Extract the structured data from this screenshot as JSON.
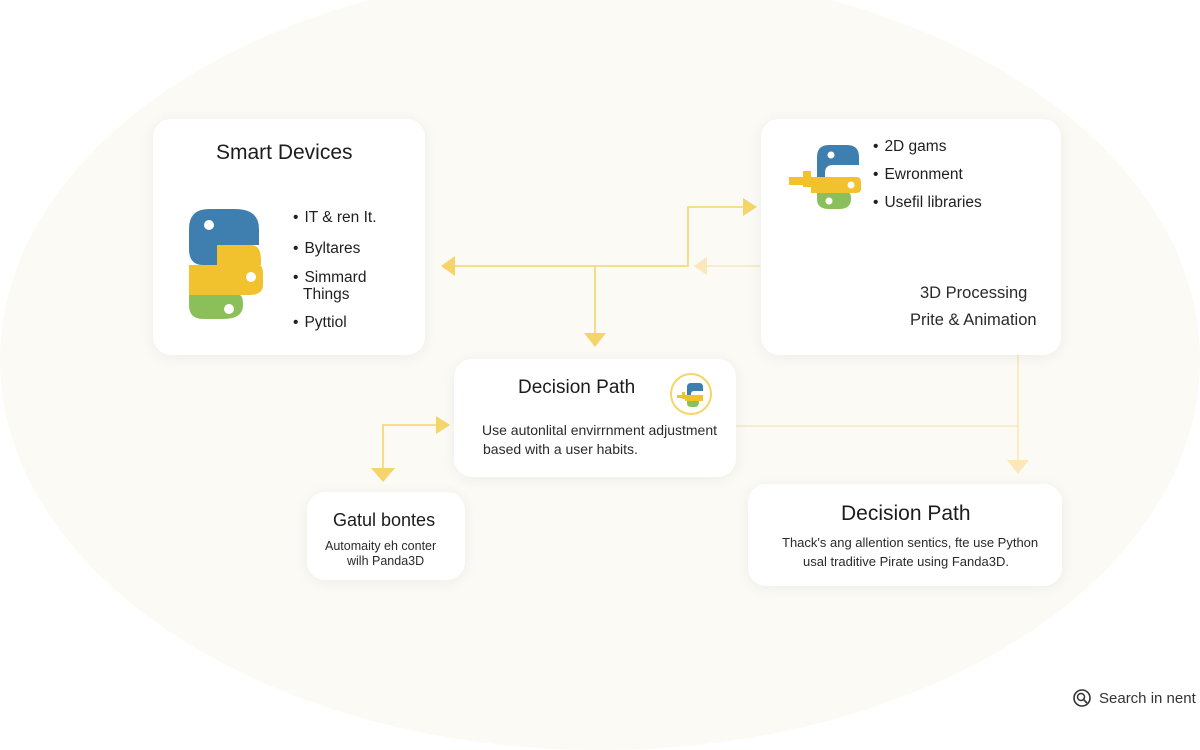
{
  "smart_devices": {
    "title": "Smart Devices",
    "items": [
      "IT & ren It.",
      "Byltares",
      "Simmard",
      "Things",
      "Pyttiol"
    ],
    "logo_icon": "python-logo-icon"
  },
  "top_right": {
    "items": [
      "2D gams",
      "Ewronment",
      "Usefil libraries"
    ],
    "line1": "3D Processing",
    "line2": "Prite & Animation",
    "logo_icon": "python-logo-icon"
  },
  "decision_center": {
    "title": "Decision Path",
    "line1": "Use autonlital envirrnment adjustment",
    "line2": "based with a user habits.",
    "badge_icon": "python-logo-icon"
  },
  "small_box": {
    "title": "Gatul bontes",
    "line1": "Automaity eh conter",
    "line2": "wilh Panda3D"
  },
  "decision_right": {
    "title": "Decision Path",
    "line1": "Thack's ang allention sentics, fte use Python",
    "line2": "usal traditive Pirate using Fanda3D."
  },
  "search": {
    "label": "Search in nent",
    "icon": "search-icon"
  },
  "colors": {
    "python_blue": "#3f7fb0",
    "python_yellow": "#f2c12e",
    "python_green": "#8bbf5a",
    "connector": "#f5d46a",
    "connector_faint": "#fbe7b8"
  }
}
